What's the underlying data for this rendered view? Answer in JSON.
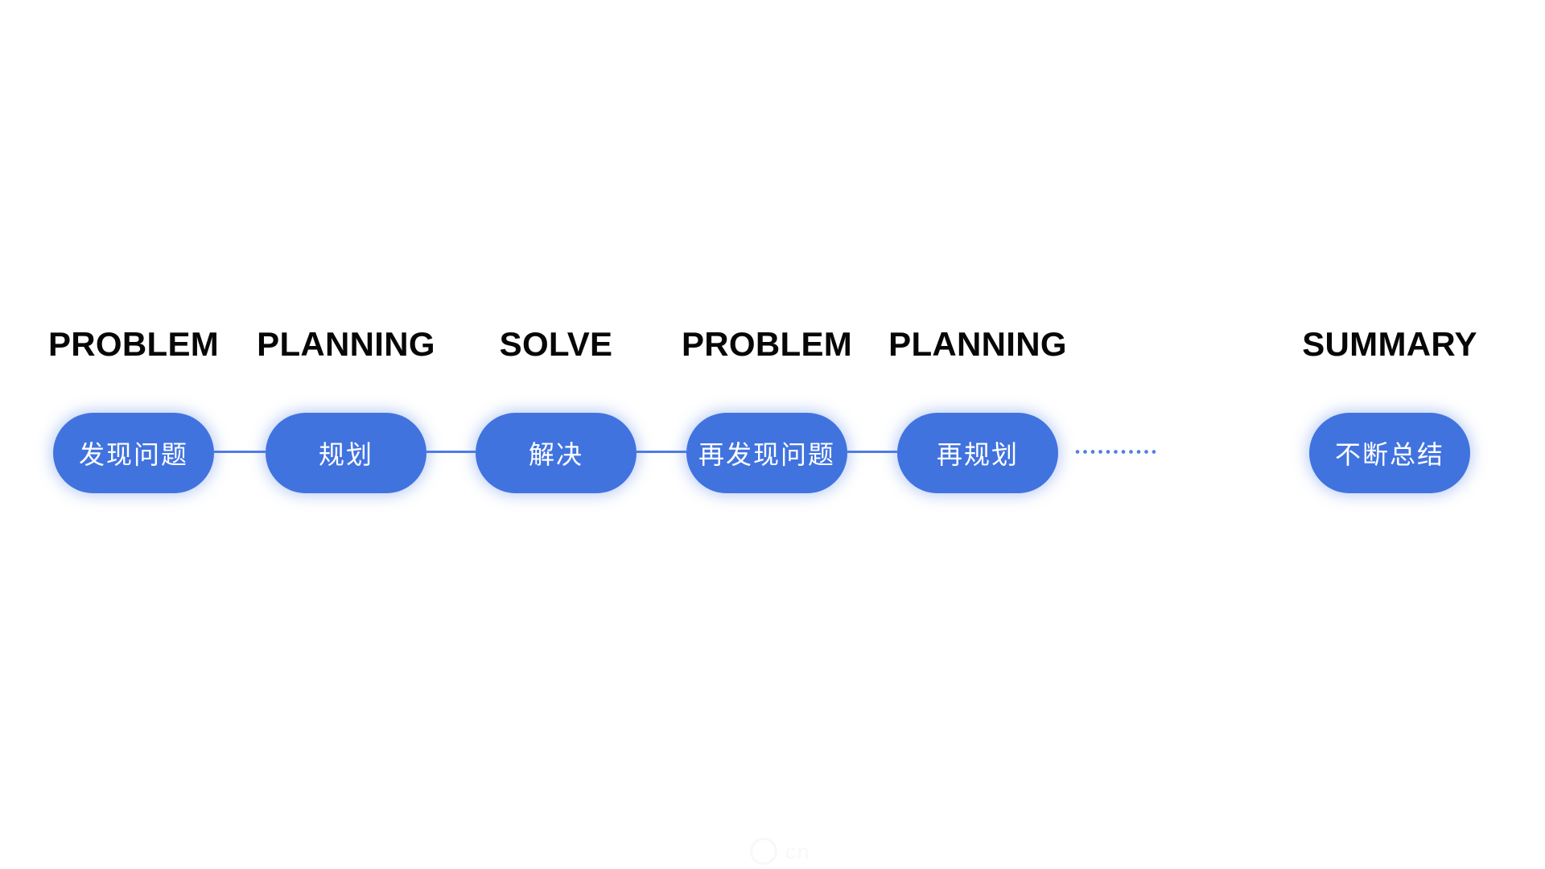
{
  "diagram": {
    "steps": [
      {
        "label": "PROBLEM",
        "pill": "发现问题"
      },
      {
        "label": "PLANNING",
        "pill": "规划"
      },
      {
        "label": "SOLVE",
        "pill": "解决"
      },
      {
        "label": "PROBLEM",
        "pill": "再发现问题"
      },
      {
        "label": "PLANNING",
        "pill": "再规划"
      },
      {
        "label": "SUMMARY",
        "pill": "不断总结"
      }
    ],
    "connectors": {
      "solid_count": 4,
      "dotted_segment_after": "再规划",
      "dotted_dot_count": 11
    },
    "colors": {
      "background": "#FFFFFF",
      "pill_fill": "#4173DF",
      "pill_text": "#FFFFFF",
      "connector": "#4F7CE3",
      "label_text": "#070707"
    }
  },
  "watermark": {
    "text": "cn"
  }
}
